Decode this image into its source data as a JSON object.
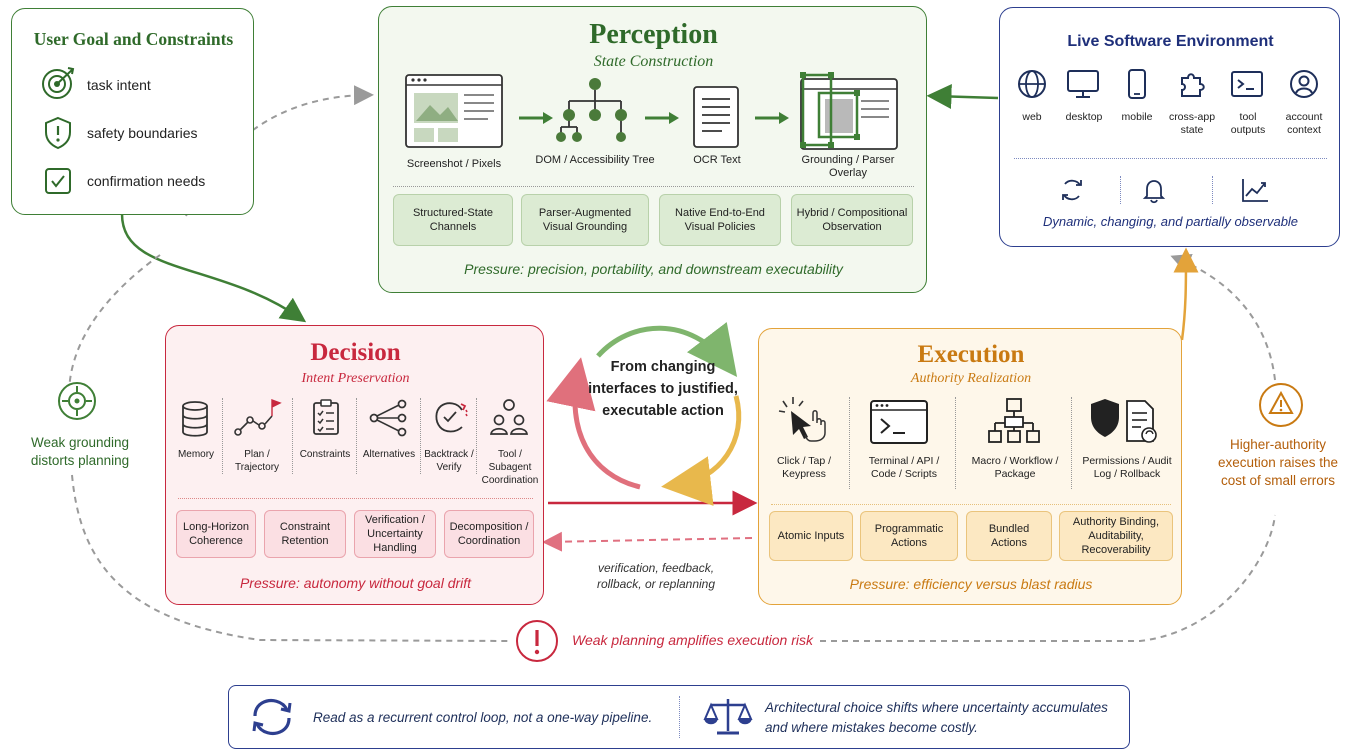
{
  "user_goal": {
    "title": "User Goal and Constraints",
    "items": [
      "task intent",
      "safety boundaries",
      "confirmation needs"
    ]
  },
  "perception": {
    "title": "Perception",
    "subtitle": "State Construction",
    "stages": [
      "Screenshot / Pixels",
      "DOM / Accessibility Tree",
      "OCR Text",
      "Grounding / Parser Overlay"
    ],
    "approaches": [
      "Structured-State Channels",
      "Parser-Augmented Visual Grounding",
      "Native End-to-End Visual Policies",
      "Hybrid / Compositional Observation"
    ],
    "pressure": "Pressure: precision, portability, and downstream executability"
  },
  "environment": {
    "title": "Live Software Environment",
    "items": [
      "web",
      "desktop",
      "mobile",
      "cross-app state",
      "tool outputs",
      "account context"
    ],
    "caption": "Dynamic, changing, and partially observable"
  },
  "decision": {
    "title": "Decision",
    "subtitle": "Intent Preservation",
    "components": [
      "Memory",
      "Plan / Trajectory",
      "Constraints",
      "Alternatives",
      "Backtrack / Verify",
      "Tool / Subagent Coordination"
    ],
    "challenges": [
      "Long-Horizon Coherence",
      "Constraint Retention",
      "Verification / Uncertainty Handling",
      "Decomposition / Coordination"
    ],
    "pressure": "Pressure: autonomy without goal drift"
  },
  "execution": {
    "title": "Execution",
    "subtitle": "Authority Realization",
    "components": [
      "Click / Tap / Keypress",
      "Terminal / API / Code / Scripts",
      "Macro / Workflow / Package",
      "Permissions / Audit Log / Rollback"
    ],
    "actions": [
      "Atomic Inputs",
      "Programmatic Actions",
      "Bundled Actions",
      "Authority Binding, Auditability, Recoverability"
    ],
    "pressure": "Pressure: efficiency versus blast radius"
  },
  "center": {
    "text": "From changing interfaces to justified, executable action",
    "feedback": "verification, feedback, rollback, or replanning"
  },
  "annotations": {
    "weak_grounding": "Weak grounding distorts planning",
    "weak_planning": "Weak planning amplifies execution risk",
    "higher_authority": "Higher-authority execution raises the cost of small errors"
  },
  "footer": {
    "left": "Read as a recurrent control loop, not a one-way pipeline.",
    "right": "Architectural choice shifts where uncertainty accumulates and where mistakes become costly."
  },
  "colors": {
    "green": "#3f7f36",
    "green_fill": "#f1f7ec",
    "red": "#c8283e",
    "red_fill": "#fdf0f1",
    "orange": "#e3a33a",
    "orange_fill": "#fef7ea",
    "navy": "#2d3f8f",
    "gray": "#8a8a8a"
  }
}
